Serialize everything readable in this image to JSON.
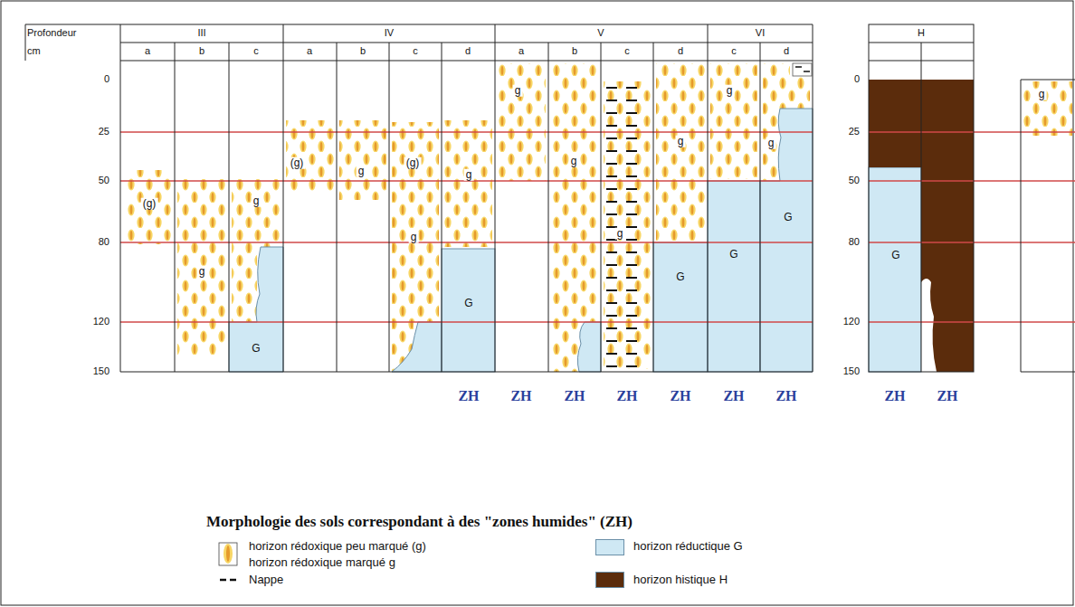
{
  "diagram": {
    "title": "Morphologie des sols correspondant à des \"zones humides\" (ZH)",
    "labels": [
      "Profondeur",
      "cm",
      "III",
      "IV",
      "V",
      "VI",
      "H",
      "a",
      "b",
      "c",
      "a",
      "b",
      "c",
      "d",
      "a",
      "b",
      "c",
      "d",
      "c",
      "d",
      "0",
      "25",
      "50",
      "80",
      "120",
      "150",
      "0",
      "25",
      "50",
      "80",
      "120",
      "150",
      "(g)",
      "g",
      "g",
      "G",
      "(g)",
      "g",
      "(g)",
      "g",
      "g",
      "G",
      "g",
      "g",
      "g",
      "g",
      "G",
      "g",
      "G",
      "g",
      "G",
      "G",
      "g",
      "ZH",
      "ZH",
      "ZH",
      "ZH",
      "ZH",
      "ZH",
      "ZH",
      "ZH",
      "ZH"
    ],
    "legend": [
      {
        "text": "horizon rédoxique peu marqué (g)"
      },
      {
        "text": "horizon rédoxique marqué g"
      },
      {
        "text": "Nappe"
      },
      {
        "text": "horizon réductique G",
        "color": "#cfe8f4"
      },
      {
        "text": "horizon histique H",
        "color": "#5b2c0c"
      }
    ]
  }
}
